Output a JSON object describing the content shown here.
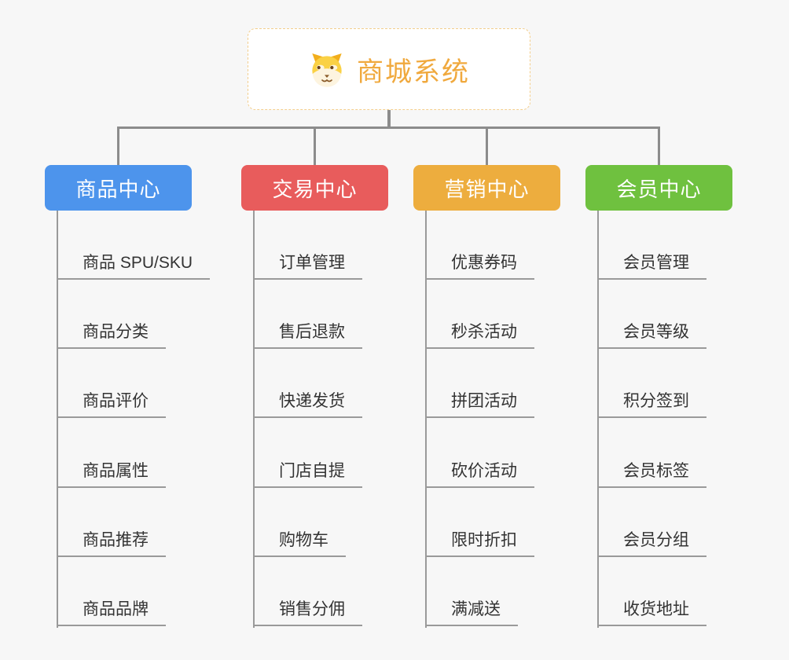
{
  "root": {
    "title": "商城系统",
    "icon": "dog-face-icon",
    "title_color": "#F0A93E",
    "border_color": "#F3CE8C"
  },
  "background_color": "#F7F7F7",
  "connector_color": "#8C8C8C",
  "child_line_color": "#9A9A9A",
  "child_text_color": "#333333",
  "branches": [
    {
      "label": "商品中心",
      "color": "#4D94EC",
      "children": [
        "商品 SPU/SKU",
        "商品分类",
        "商品评价",
        "商品属性",
        "商品推荐",
        "商品品牌"
      ]
    },
    {
      "label": "交易中心",
      "color": "#E85C5C",
      "children": [
        "订单管理",
        "售后退款",
        "快递发货",
        "门店自提",
        "购物车",
        "销售分佣"
      ]
    },
    {
      "label": "营销中心",
      "color": "#EDAD3E",
      "children": [
        "优惠券码",
        "秒杀活动",
        "拼团活动",
        "砍价活动",
        "限时折扣",
        "满减送"
      ]
    },
    {
      "label": "会员中心",
      "color": "#6FC13F",
      "children": [
        "会员管理",
        "会员等级",
        "积分签到",
        "会员标签",
        "会员分组",
        "收货地址"
      ]
    }
  ]
}
